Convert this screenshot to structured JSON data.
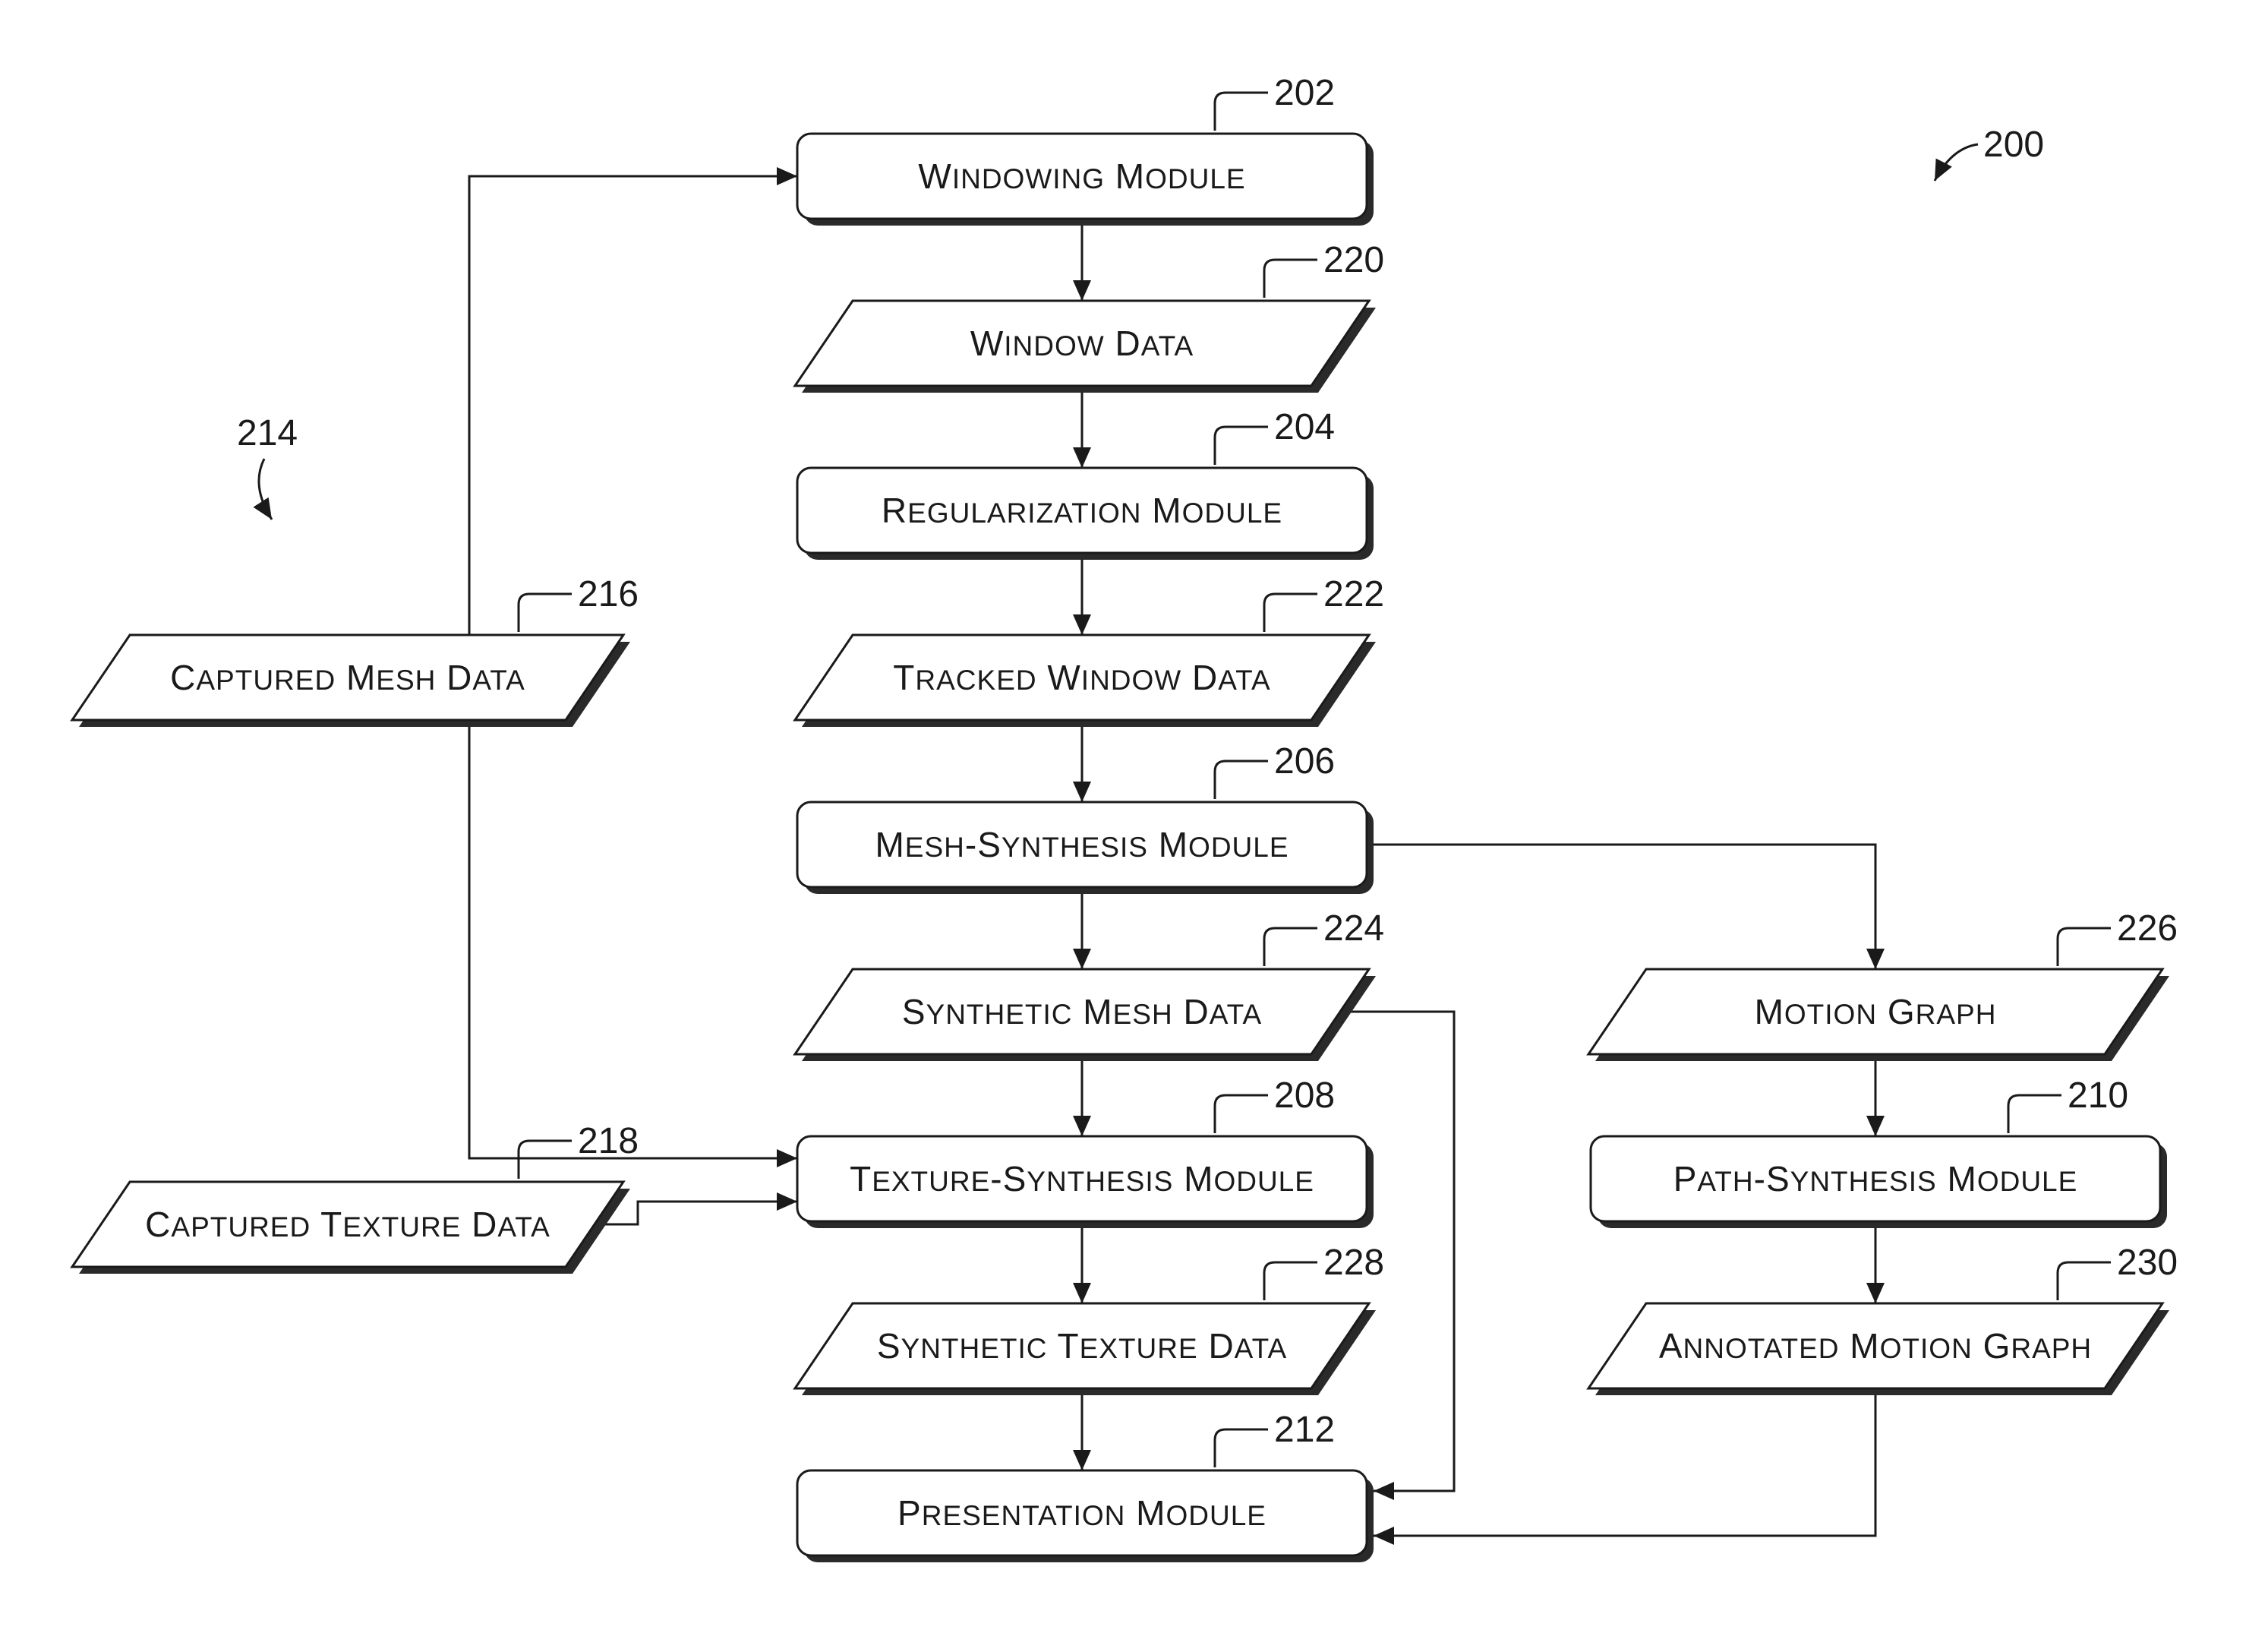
{
  "figure_ref": "200",
  "group_ref": "214",
  "nodes": [
    {
      "id": "windowing-module",
      "kind": "module",
      "label": "Windowing Module",
      "ref": "202"
    },
    {
      "id": "window-data",
      "kind": "data",
      "label": "Window Data",
      "ref": "220"
    },
    {
      "id": "regularization-module",
      "kind": "module",
      "label": "Regularization Module",
      "ref": "204"
    },
    {
      "id": "tracked-window-data",
      "kind": "data",
      "label": "Tracked Window Data",
      "ref": "222"
    },
    {
      "id": "mesh-synthesis-module",
      "kind": "module",
      "label": "Mesh-Synthesis Module",
      "ref": "206"
    },
    {
      "id": "synthetic-mesh-data",
      "kind": "data",
      "label": "Synthetic Mesh Data",
      "ref": "224"
    },
    {
      "id": "texture-synthesis-module",
      "kind": "module",
      "label": "Texture-Synthesis Module",
      "ref": "208"
    },
    {
      "id": "synthetic-texture-data",
      "kind": "data",
      "label": "Synthetic Texture Data",
      "ref": "228"
    },
    {
      "id": "presentation-module",
      "kind": "module",
      "label": "Presentation Module",
      "ref": "212"
    },
    {
      "id": "captured-mesh-data",
      "kind": "data",
      "label": "Captured Mesh Data",
      "ref": "216"
    },
    {
      "id": "captured-texture-data",
      "kind": "data",
      "label": "Captured Texture Data",
      "ref": "218"
    },
    {
      "id": "motion-graph",
      "kind": "data",
      "label": "Motion Graph",
      "ref": "226"
    },
    {
      "id": "path-synthesis-module",
      "kind": "module",
      "label": "Path-Synthesis Module",
      "ref": "210"
    },
    {
      "id": "annotated-motion-graph",
      "kind": "data",
      "label": "Annotated Motion Graph",
      "ref": "230"
    }
  ],
  "edges": [
    {
      "from": "windowing-module",
      "to": "window-data"
    },
    {
      "from": "window-data",
      "to": "regularization-module"
    },
    {
      "from": "regularization-module",
      "to": "tracked-window-data"
    },
    {
      "from": "tracked-window-data",
      "to": "mesh-synthesis-module"
    },
    {
      "from": "mesh-synthesis-module",
      "to": "synthetic-mesh-data"
    },
    {
      "from": "synthetic-mesh-data",
      "to": "texture-synthesis-module"
    },
    {
      "from": "texture-synthesis-module",
      "to": "synthetic-texture-data"
    },
    {
      "from": "synthetic-texture-data",
      "to": "presentation-module"
    },
    {
      "from": "captured-mesh-data",
      "to": "windowing-module"
    },
    {
      "from": "captured-mesh-data",
      "to": "texture-synthesis-module"
    },
    {
      "from": "captured-texture-data",
      "to": "texture-synthesis-module"
    },
    {
      "from": "synthetic-mesh-data",
      "to": "presentation-module"
    },
    {
      "from": "mesh-synthesis-module",
      "to": "motion-graph"
    },
    {
      "from": "motion-graph",
      "to": "path-synthesis-module"
    },
    {
      "from": "path-synthesis-module",
      "to": "annotated-motion-graph"
    },
    {
      "from": "annotated-motion-graph",
      "to": "presentation-module"
    }
  ]
}
